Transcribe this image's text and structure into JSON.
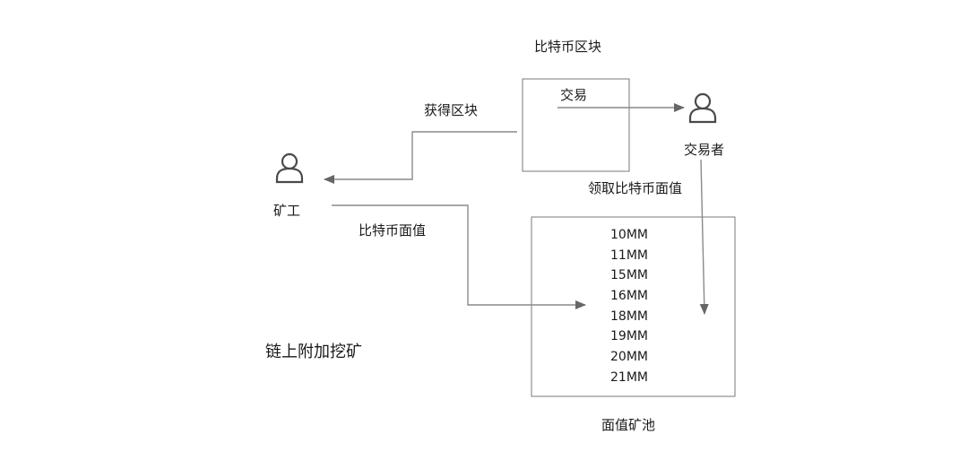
{
  "diagram": {
    "block_title": "比特币区块",
    "block_inner_label": "交易",
    "get_block_label": "获得区块",
    "miner_label": "矿工",
    "trader_label": "交易者",
    "receive_label": "领取比特币面值",
    "face_value_label": "比特币面值",
    "footer_label": "链上附加挖矿",
    "pool_title": "面值矿池",
    "pool_items": [
      "10MM",
      "11MM",
      "15MM",
      "16MM",
      "18MM",
      "19MM",
      "20MM",
      "21MM"
    ]
  }
}
